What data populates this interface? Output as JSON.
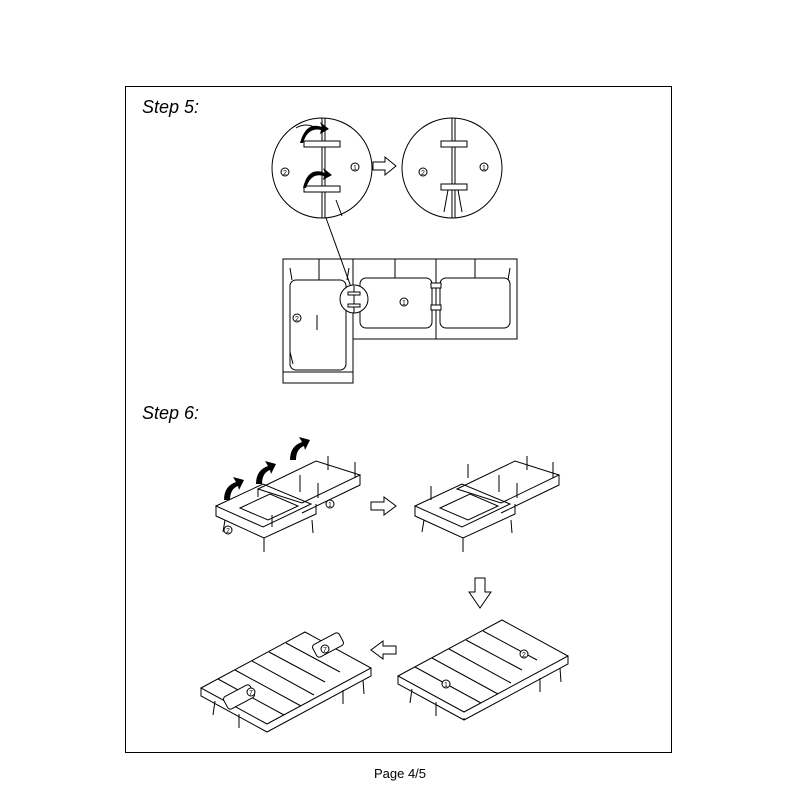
{
  "steps": [
    {
      "title": "Step 5:"
    },
    {
      "title": "Step 6:"
    }
  ],
  "labels": {
    "part1": "1",
    "part2": "2",
    "part7": "7"
  },
  "footer": {
    "page": "Page 4/5"
  },
  "icons": [
    "arrow-right-icon",
    "arrow-down-icon",
    "arrow-left-icon",
    "rotate-arrow-icon",
    "magnify-detail-icon"
  ]
}
